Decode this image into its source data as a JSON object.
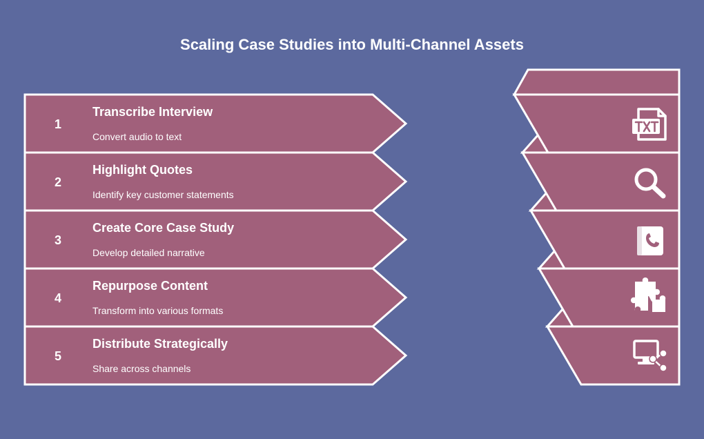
{
  "title": "Scaling Case Studies into Multi-Channel Assets",
  "colors": {
    "background": "#5c699e",
    "shape_fill": "#a1607b",
    "stroke": "#ffffff"
  },
  "steps": [
    {
      "number": "1",
      "title": "Transcribe Interview",
      "description": "Convert audio to text",
      "icon": "txt-file-icon"
    },
    {
      "number": "2",
      "title": "Highlight Quotes",
      "description": "Identify key customer statements",
      "icon": "magnifier-icon"
    },
    {
      "number": "3",
      "title": "Create Core Case Study",
      "description": "Develop detailed narrative",
      "icon": "phone-book-icon"
    },
    {
      "number": "4",
      "title": "Repurpose Content",
      "description": "Transform into various formats",
      "icon": "puzzle-icon"
    },
    {
      "number": "5",
      "title": "Distribute Strategically",
      "description": "Share across channels",
      "icon": "monitor-share-icon"
    }
  ]
}
